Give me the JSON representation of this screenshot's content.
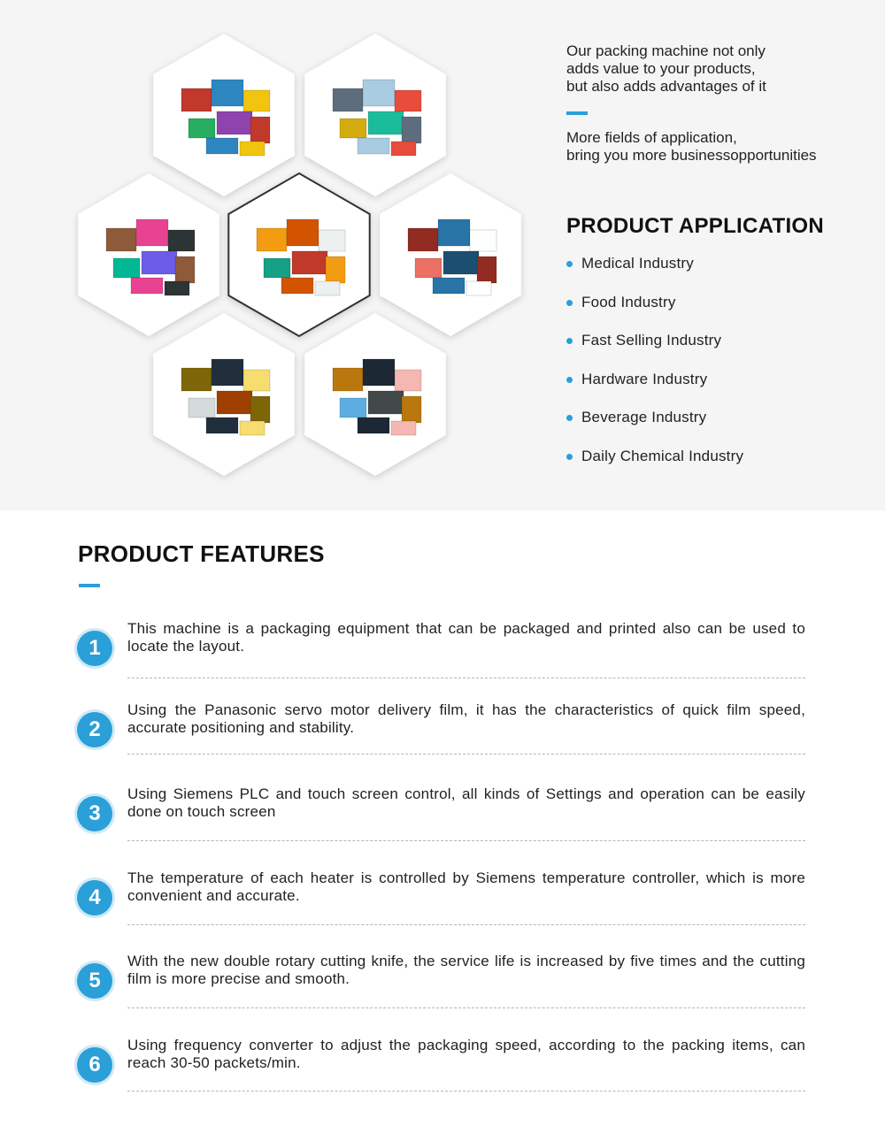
{
  "intro": {
    "text1": "Our packing machine not only\nadds value to your products,\nbut also adds advantages of it",
    "text2": "More fields of application,\nbring you more businessopportunities"
  },
  "application": {
    "title": "PRODUCT APPLICATION",
    "items": [
      "Medical Industry",
      "Food Industry",
      "Fast Selling Industry",
      "Hardware Industry",
      "Beverage Industry",
      "Daily Chemical Industry"
    ]
  },
  "hexagons": [
    {
      "name": "hex-packaged-boxes-1"
    },
    {
      "name": "hex-packaged-boxes-2"
    },
    {
      "name": "hex-packaged-boxes-3"
    },
    {
      "name": "hex-center-products"
    },
    {
      "name": "hex-packaged-boxes-4"
    },
    {
      "name": "hex-packaged-boxes-5"
    },
    {
      "name": "hex-packaged-boxes-6"
    }
  ],
  "features": {
    "title": "PRODUCT FEATURES",
    "items": [
      {
        "num": "1",
        "text": "This machine is a packaging equipment that can be packaged and printed also can be used to locate the layout."
      },
      {
        "num": "2",
        "text": "Using the Panasonic servo motor delivery film, it has the characteristics of quick film speed, accurate positioning and stability."
      },
      {
        "num": "3",
        "text": "Using Siemens PLC and touch screen control, all kinds of Settings and operation can be easily done on touch screen"
      },
      {
        "num": "4",
        "text": "The temperature of each heater is controlled by Siemens temperature controller, which is more convenient and accurate."
      },
      {
        "num": "5",
        "text": "With the new double rotary cutting knife, the service life is increased by five times and the cutting film is more precise and smooth."
      },
      {
        "num": "6",
        "text": "Using frequency converter to adjust the packaging speed, according to the packing items, can reach 30-50 packets/min."
      }
    ]
  },
  "colors": {
    "accent": "#2a9fd8",
    "background": "#f5f5f5"
  }
}
